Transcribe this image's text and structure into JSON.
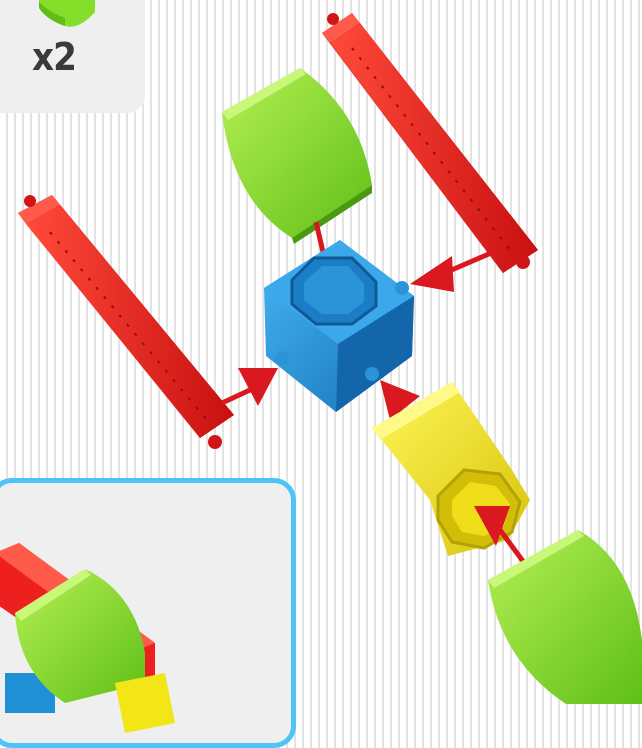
{
  "piece_count": {
    "label": "x2"
  },
  "colors": {
    "red_beam": "#ee1f1f",
    "green_wedge": "#84de2a",
    "blue_connector": "#1f8fd6",
    "yellow_connector": "#f2e618",
    "arrow": "#d9181f",
    "inset_border": "#4fc3f7"
  },
  "icons": [
    "green-wedge-piece",
    "red-beam-piece",
    "blue-cube-connector",
    "yellow-hex-connector",
    "assembly-arrow"
  ]
}
